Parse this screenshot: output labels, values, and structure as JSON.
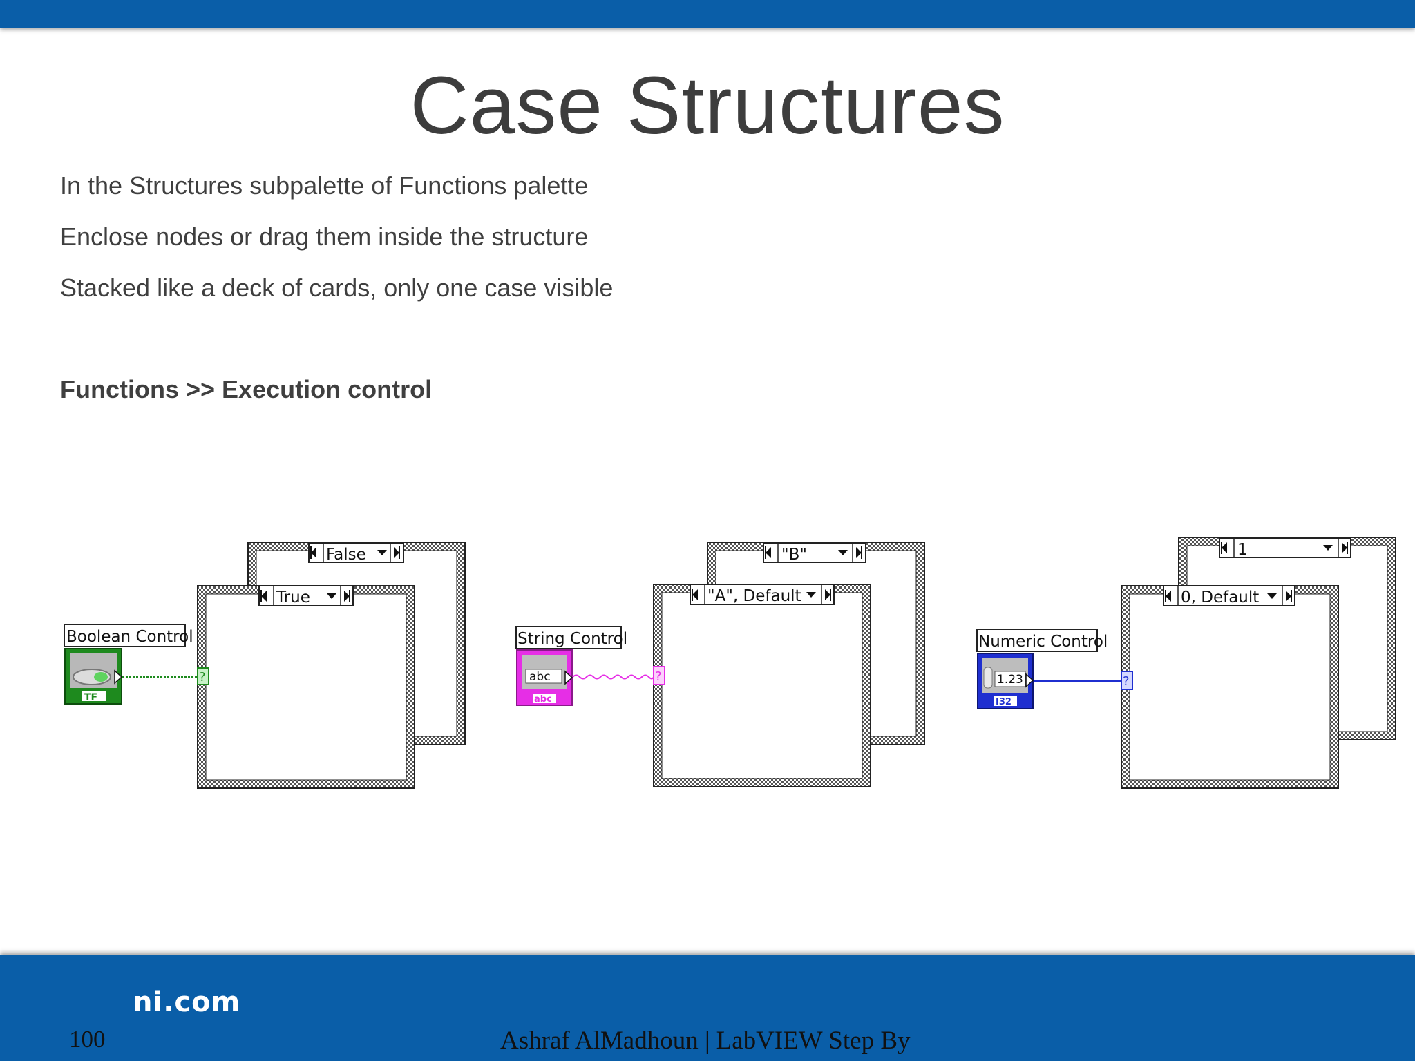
{
  "slide": {
    "title": "Case Structures",
    "bullets": [
      "In the Structures subpalette of Functions palette",
      "Enclose nodes or drag them inside the structure",
      "Stacked like a deck of cards, only one case visible"
    ],
    "path_hint": "Functions >> Execution control"
  },
  "diagrams": {
    "boolean": {
      "control_label": "Boolean Control",
      "front_case": "True",
      "back_case": "False",
      "terminal_type": "TF",
      "selector": "?"
    },
    "string": {
      "control_label": "String Control",
      "front_case": "\"A\", Default",
      "back_case": "\"B\"",
      "terminal_text": "abc",
      "terminal_type": "abc",
      "selector": "?"
    },
    "numeric": {
      "control_label": "Numeric Control",
      "front_case": "0, Default",
      "back_case": "1",
      "terminal_text": "1.23",
      "terminal_type": "I32",
      "selector": "?"
    }
  },
  "footer": {
    "brand": "ni.com",
    "page_number": "100",
    "author_text": "Ashraf AlMadhoun | LabVIEW Step By"
  },
  "colors": {
    "bar_blue": "#0a5ea8",
    "boolean_green": "#1e8a1e",
    "string_pink": "#e62ee6",
    "numeric_blue": "#1f2fd0"
  }
}
